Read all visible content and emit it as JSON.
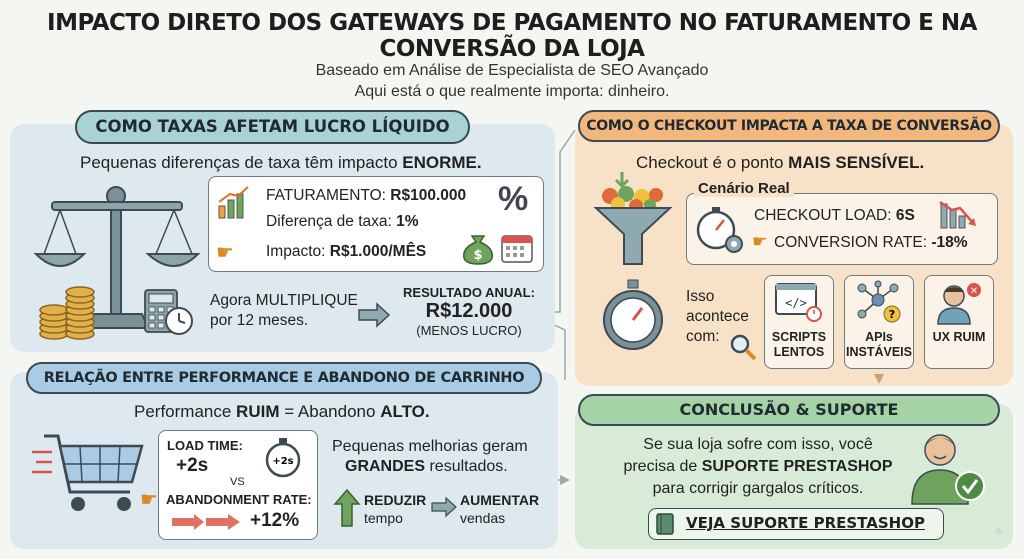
{
  "title": "IMPACTO DIRETO DOS GATEWAYS DE PAGAMENTO NO FATURAMENTO E NA CONVERSÃO DA LOJA",
  "subtitle1": "Baseado em Análise de Especialista de SEO Avançado",
  "subtitle2": "Aqui está o que realmente importa: dinheiro.",
  "taxas": {
    "header": "COMO TAXAS AFETAM LUCRO LÍQUIDO",
    "lead_a": "Pequenas diferenças de taxa têm impacto ",
    "lead_b": "ENORME.",
    "fat_label": "FATURAMENTO: ",
    "fat_value": "R$100.000",
    "dif_label": "Diferença de taxa: ",
    "dif_value": "1%",
    "imp_label": "Impacto: ",
    "imp_value": "R$1.000/MÊS",
    "mult1": "Agora MULTIPLIQUE",
    "mult2": "por 12 meses.",
    "res_label": "RESULTADO ANUAL:",
    "res_value": "R$12.000",
    "res_note": "(MENOS LUCRO)"
  },
  "checkout": {
    "header": "COMO O CHECKOUT IMPACTA A TAXA DE CONVERSÃO",
    "lead_a": "Checkout é o ponto ",
    "lead_b": "MAIS SENSÍVEL.",
    "cenario": "Cenário Real",
    "load_label": "CHECKOUT LOAD: ",
    "load_value": "6S",
    "conv_label": "CONVERSION RATE: ",
    "conv_value": "-18%",
    "isso1": "Isso",
    "isso2": "acontece",
    "isso3": "com:",
    "causes": [
      "SCRIPTS LENTOS",
      "APIs INSTÁVEIS",
      "UX RUIM"
    ]
  },
  "performance": {
    "header": "RELAÇÃO ENTRE PERFORMANCE E ABANDONO DE CARRINHO",
    "lead_a": "Performance ",
    "lead_b": "RUIM",
    "lead_c": " = Abandono ",
    "lead_d": "ALTO.",
    "load_label": "LOAD TIME:",
    "load_value": "+2s",
    "clock_text": "+2s",
    "vs": "VS",
    "aband_label": "ABANDONMENT RATE:",
    "aband_value": "+12%",
    "right_a": "Pequenas melhorias geram",
    "right_b": "GRANDES",
    "right_c": " resultados.",
    "reduzir": "REDUZIR",
    "tempo": "tempo",
    "aumentar": "AUMENTAR",
    "vendas": "vendas"
  },
  "conclusao": {
    "header": "CONCLUSÃO & SUPORTE",
    "line1": "Se sua loja sofre com isso, você",
    "line2_a": "precisa de ",
    "line2_b": "SUPORTE PRESTASHOP",
    "line3": "para corrigir gargalos críticos.",
    "cta": "VEJA SUPORTE PRESTASHOP"
  },
  "colors": {
    "blue_panel": "#dde9ee",
    "orange_panel": "#f7e2c8",
    "green_panel": "#d8ebd6",
    "teal_pill": "#a9d2d2",
    "orange_pill": "#f1b77c",
    "blue_pill": "#a9cbe3",
    "green_pill": "#a6d3a5"
  }
}
